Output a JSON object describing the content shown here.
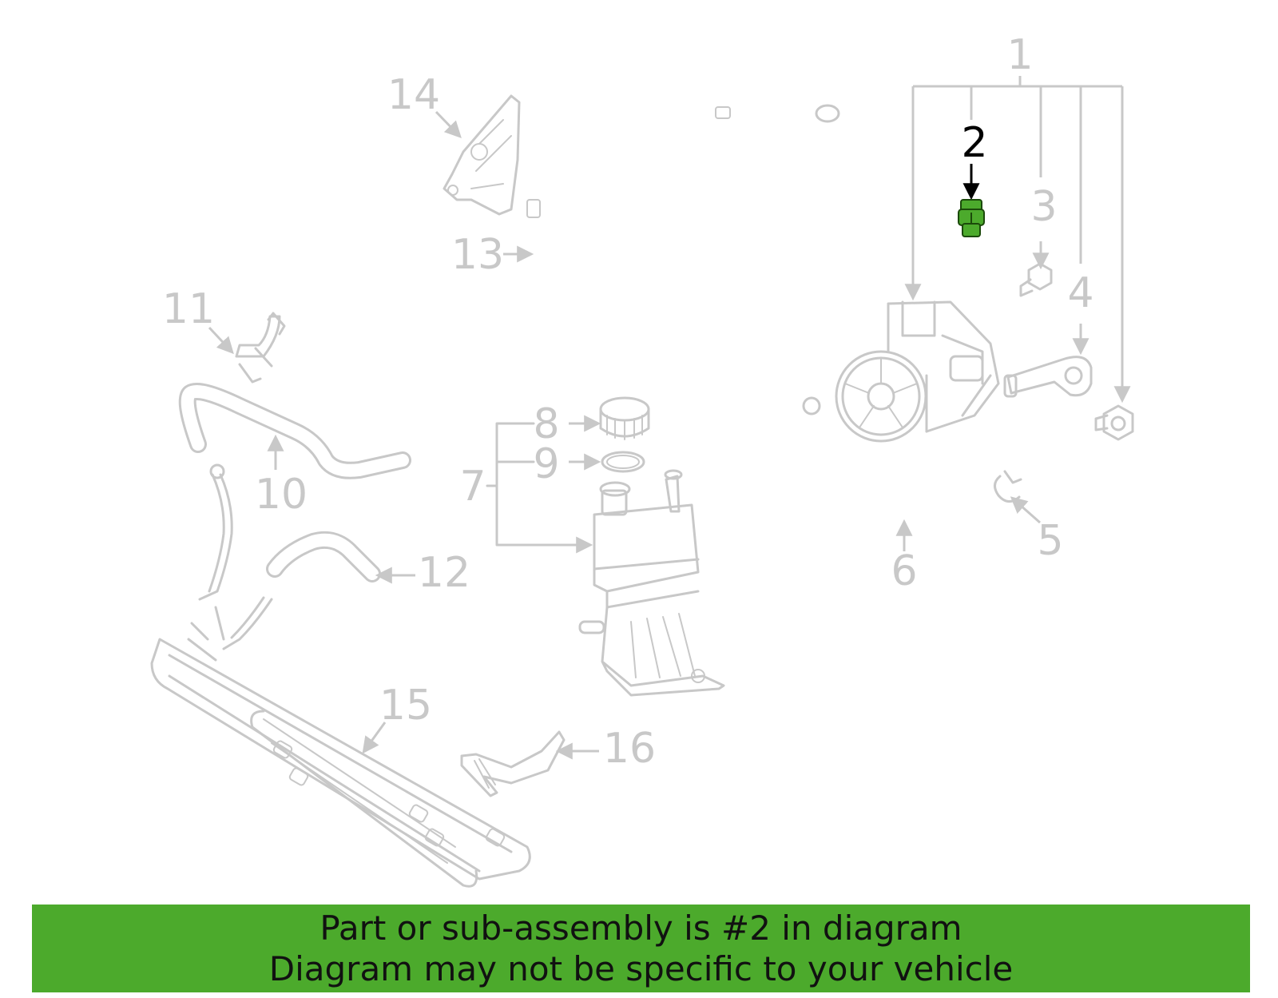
{
  "callouts": {
    "n1": "1",
    "n2": "2",
    "n3": "3",
    "n4": "4",
    "n5": "5",
    "n6": "6",
    "n7": "7",
    "n8": "8",
    "n9": "9",
    "n10": "10",
    "n11": "11",
    "n12": "12",
    "n13": "13",
    "n14": "14",
    "n15": "15",
    "n16": "16"
  },
  "highlight_color": "#4caa2c",
  "banner": {
    "line1": "Part or sub-assembly is #2 in diagram",
    "line2": "Diagram may not be specific to your vehicle"
  }
}
